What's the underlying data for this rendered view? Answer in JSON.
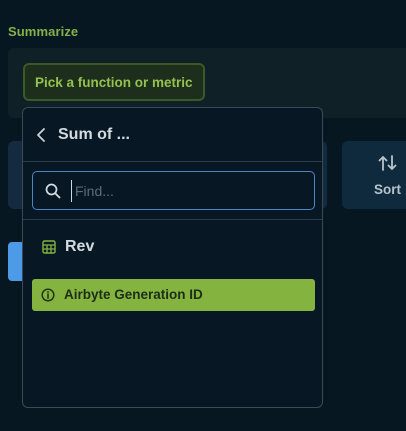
{
  "summarize": {
    "section_label": "Summarize",
    "pick_button_label": "Pick a function or metric"
  },
  "toolbar": {
    "sort_label": "Sort"
  },
  "popover": {
    "title": "Sum of ...",
    "search_placeholder": "Find...",
    "search_value": "",
    "table_name": "Rev",
    "columns": [
      {
        "label": "Airbyte Generation ID",
        "selected": true
      }
    ]
  },
  "colors": {
    "background": "#061722",
    "accent_green": "#84b340",
    "focus_blue": "#4d86c4",
    "text_light": "#d3dbe1"
  },
  "icons": {
    "back": "chevron-left-icon",
    "search": "search-icon",
    "table": "table-icon",
    "column_info": "info-icon",
    "sort": "sort-arrows-icon"
  }
}
